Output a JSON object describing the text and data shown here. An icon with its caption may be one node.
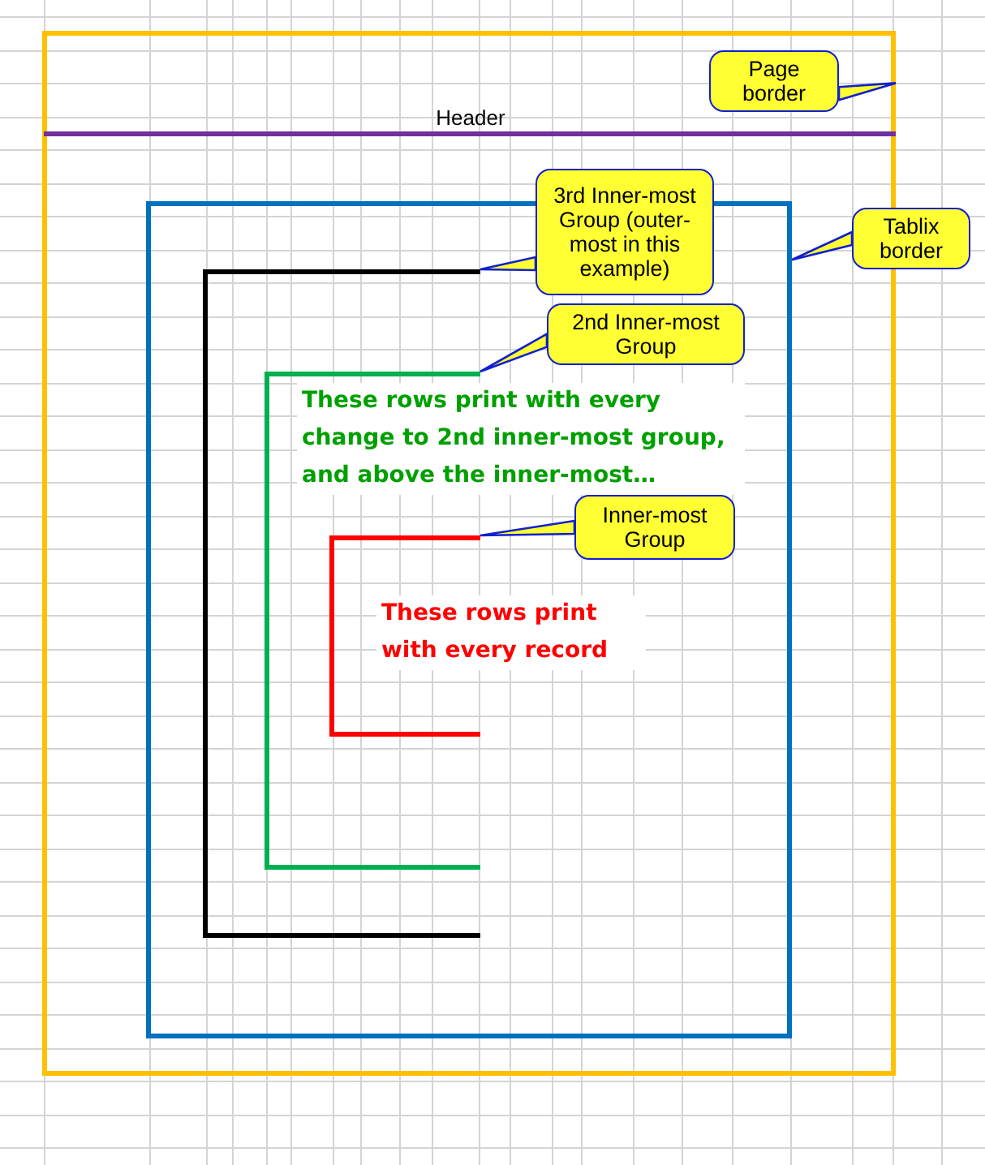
{
  "diagram": {
    "nodes": [
      {
        "text": [],
        "shape": "box"
      },
      {
        "text": [],
        "shape": "box",
        "in": 0
      },
      {
        "text": [],
        "shape": "bracket",
        "in": 1
      },
      {
        "text": [],
        "shape": "bracket",
        "in": 2
      },
      {
        "text": [],
        "shape": "bracket",
        "in": 3
      },
      {
        "text": [
          "Page border"
        ],
        "in": 0
      },
      {
        "text": [
          "Tablix border"
        ]
      },
      {
        "text": [
          "3rd Inner-most Group (outer-most in this example)"
        ],
        "in": 0
      },
      {
        "text": [
          "2nd Inner-most Group"
        ],
        "in": 1
      },
      {
        "text": [
          "Inner-most Group"
        ],
        "in": 1
      }
    ],
    "edges": [
      {
        "from": 5,
        "to": 0,
        "arrow": "none"
      },
      {
        "from": 6,
        "to": 1,
        "arrow": "none"
      },
      {
        "from": 7,
        "to": 2,
        "arrow": "none"
      },
      {
        "from": 8,
        "to": 3,
        "arrow": "none"
      },
      {
        "from": 9,
        "to": 4,
        "arrow": "none"
      }
    ],
    "labels": [
      "Header",
      "These rows print with every change to 2nd inner-most group, and above the inner-most…",
      "These rows print with every record"
    ]
  }
}
